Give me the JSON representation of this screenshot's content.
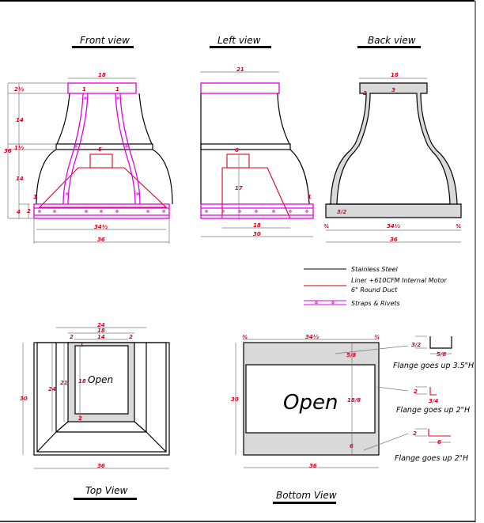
{
  "views": {
    "front": {
      "title": "Front view",
      "dims": {
        "top_width": "18",
        "strap_w_left": "1",
        "strap_w_right": "1",
        "cap_h": "2½",
        "upper_h": "14",
        "band_h": "1½",
        "lower_h": "14",
        "total_h": "36",
        "overhang": "1",
        "base_h": "4",
        "base_inner": "2",
        "inner_w": "34½",
        "total_w": "36",
        "duct_w": "6"
      }
    },
    "left": {
      "title": "Left view",
      "dims": {
        "top_depth": "21",
        "duct_w": "6",
        "liner_h": "17",
        "overhang": "1",
        "liner_depth": "18",
        "total_depth": "30"
      }
    },
    "back": {
      "title": "Back view",
      "dims": {
        "top_width": "18",
        "top_h": "3",
        "wall": "2",
        "base_h": "3/2",
        "side_left": "¾",
        "inner_w": "34½",
        "side_right": "¾",
        "total_w": "36"
      }
    },
    "top": {
      "title": "Top View",
      "open_label": "Open",
      "dims": {
        "outer_top": "24",
        "mid_top": "18",
        "inner_top": "14",
        "rim_left": "2",
        "rim_right": "2",
        "rim_top": "1",
        "open_h": "18",
        "rim_bottom": "2",
        "depth_inner": "21",
        "depth_mid": "24",
        "depth_total": "30",
        "total_w": "36"
      }
    },
    "bottom": {
      "title": "Bottom View",
      "open_label": "Open",
      "dims": {
        "side_left": "¾",
        "inner_w": "34½",
        "side_right": "¾",
        "front_strip": "5/8",
        "open_h": "18/8",
        "back_strip": "6",
        "depth_total": "30",
        "total_w": "36"
      }
    }
  },
  "legend": {
    "items": [
      {
        "label": "Stainless Steel",
        "color": "#000000"
      },
      {
        "label": "Liner +610CFM Internal Motor",
        "label2": "6\" Round Duct",
        "color": "#c00000"
      },
      {
        "label": "Straps & Rivets",
        "color": "#e000e0"
      }
    ]
  },
  "flanges": [
    {
      "note": "Flange goes up 3.5\"H",
      "height": "3/2",
      "width": "5/8"
    },
    {
      "note": "Flange goes up 2\"H",
      "height": "2",
      "width": "3/4"
    },
    {
      "note": "Flange goes up 2\"H",
      "height": "2",
      "width": "6"
    }
  ],
  "colors": {
    "steel": "#000000",
    "liner": "#e0001b",
    "straps": "#e000e0",
    "fill": "#d9d9d9",
    "dimension": "#777777"
  }
}
